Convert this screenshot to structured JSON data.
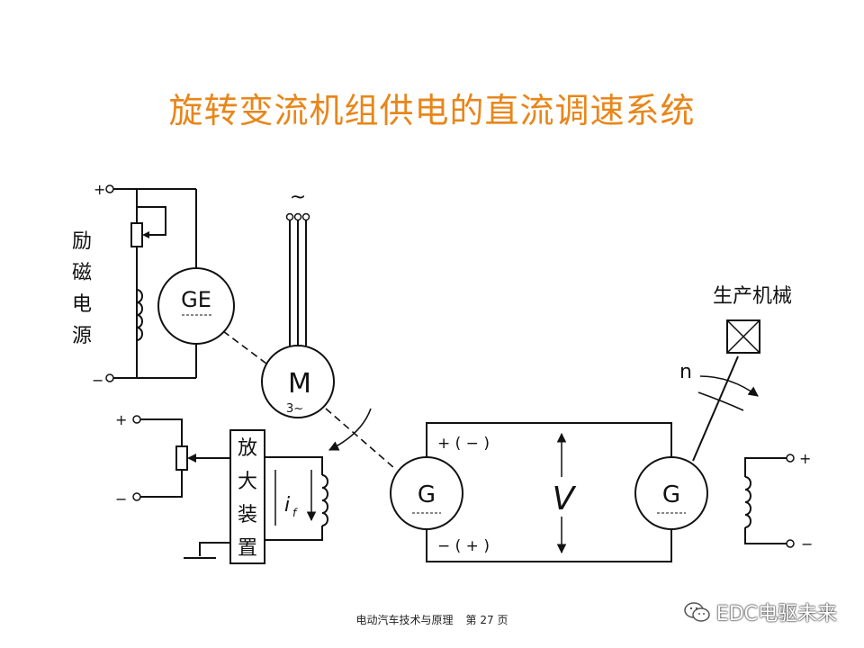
{
  "title": "旋转变流机组供电的直流调速系统",
  "footer": {
    "book": "电动汽车技术与原理",
    "page": "第 27 页"
  },
  "watermark": {
    "text": "EDC电驱未来",
    "icon": "wechat-icon"
  },
  "diagram": {
    "excitation_source": {
      "chars": [
        "励",
        "磁",
        "电",
        "源"
      ]
    },
    "generator_exciter": "GE",
    "motor": {
      "letter": "M",
      "sub": "3~"
    },
    "ac_symbol": "~",
    "amplifier": {
      "chars": [
        "放",
        "大",
        "装",
        "置"
      ]
    },
    "generator_left": "G",
    "generator_right": "G",
    "voltage": "V",
    "field_current": {
      "main": "i",
      "sub": "f"
    },
    "polarity_top": "+ ( − )",
    "polarity_bottom": "− ( + )",
    "production_machine": "生产机械",
    "speed": "n",
    "terminals": {
      "plus": "+",
      "minus": "−"
    }
  }
}
